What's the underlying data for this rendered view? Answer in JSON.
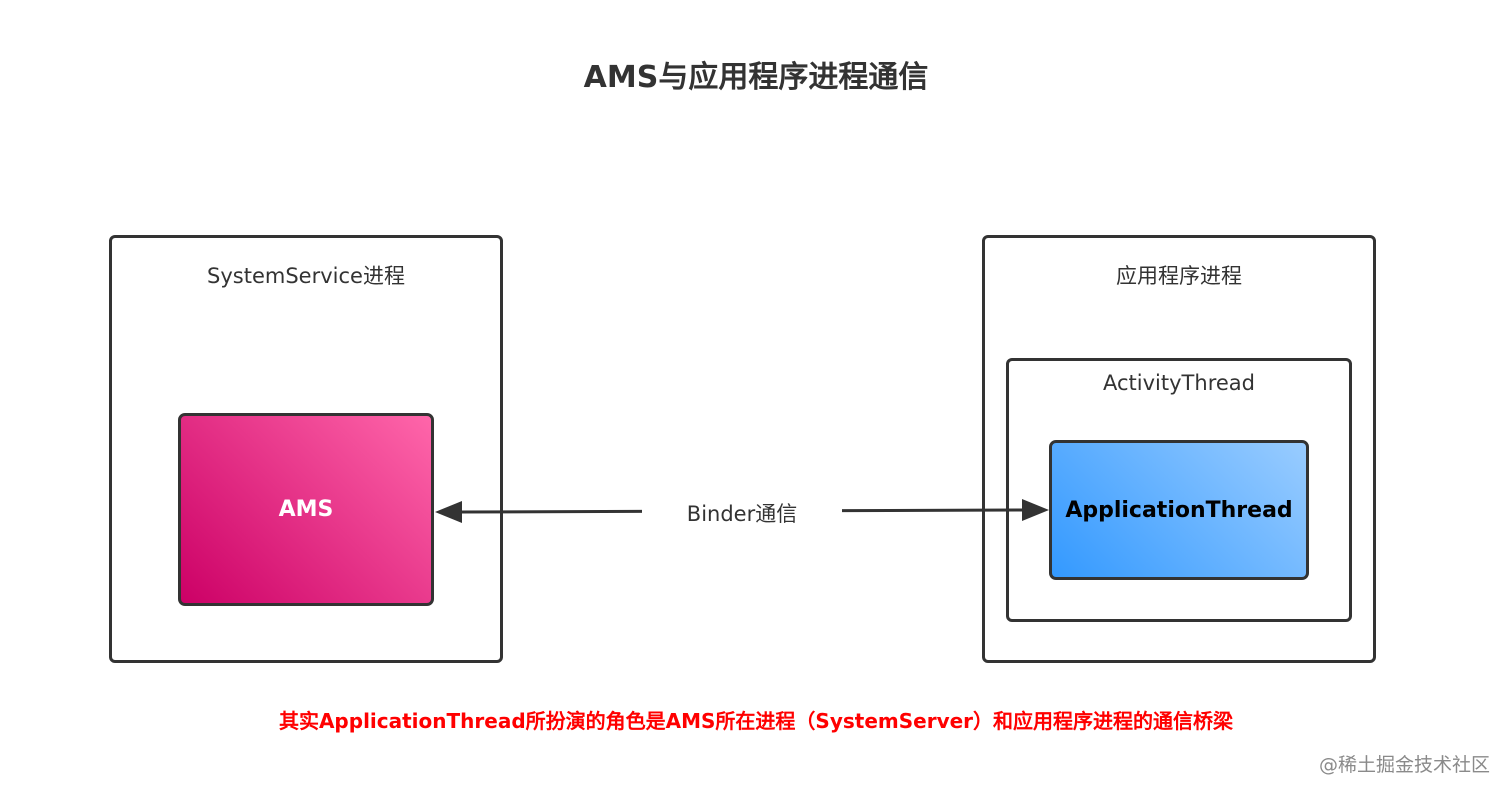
{
  "title": "AMS与应用程序进程通信",
  "left_container": {
    "label": "SystemService进程"
  },
  "right_container": {
    "label": "应用程序进程",
    "inner": {
      "label": "ActivityThread"
    }
  },
  "nodes": {
    "ams": "AMS",
    "application_thread": "ApplicationThread"
  },
  "edge": {
    "label": "Binder通信",
    "direction": "bidirectional"
  },
  "note": "其实ApplicationThread所扮演的角色是AMS所在进程（SystemServer）和应用程序进程的通信桥梁",
  "watermark": "@稀土掘金技术社区",
  "colors": {
    "ams_gradient": [
      "#cc0066",
      "#ff66aa"
    ],
    "application_thread_gradient": [
      "#3399ff",
      "#99ccff"
    ],
    "note": "#ff0000",
    "stroke": "#333333"
  }
}
